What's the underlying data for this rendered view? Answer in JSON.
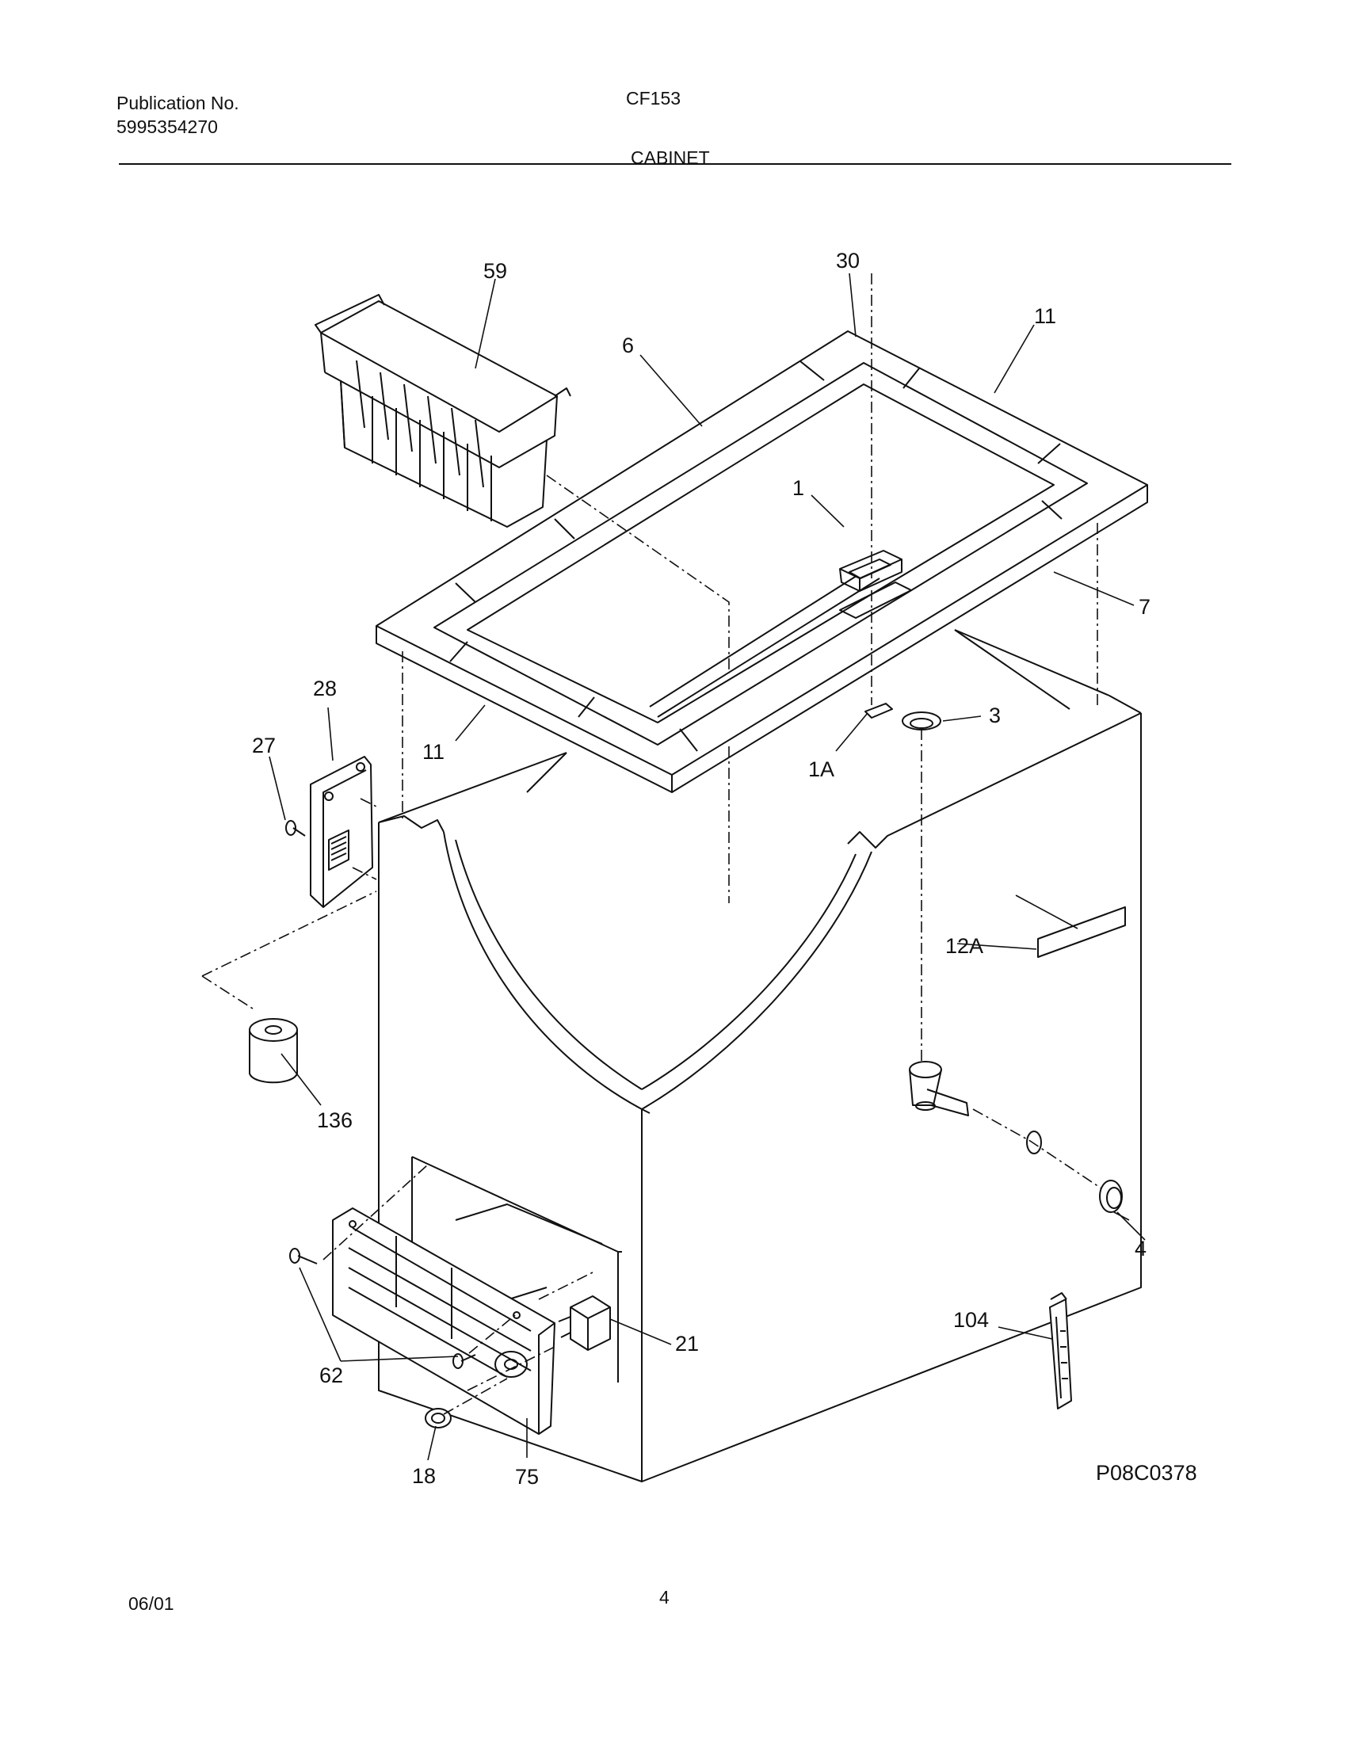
{
  "header": {
    "publication_label": "Publication No.",
    "publication_number": "5995354270",
    "model": "CF153",
    "section_title": "CABINET"
  },
  "diagram": {
    "part_labels": {
      "p59": "59",
      "p30": "30",
      "p6": "6",
      "p11_top": "11",
      "p1": "1",
      "p7": "7",
      "p28": "28",
      "p27": "27",
      "p11_left": "11",
      "p1A": "1A",
      "p3": "3",
      "p12A": "12A",
      "p136": "136",
      "p4": "4",
      "p104": "104",
      "p21": "21",
      "p62": "62",
      "p18": "18",
      "p75": "75"
    },
    "figure_code": "P08C0378"
  },
  "footer": {
    "date": "06/01",
    "page_number": "4"
  }
}
